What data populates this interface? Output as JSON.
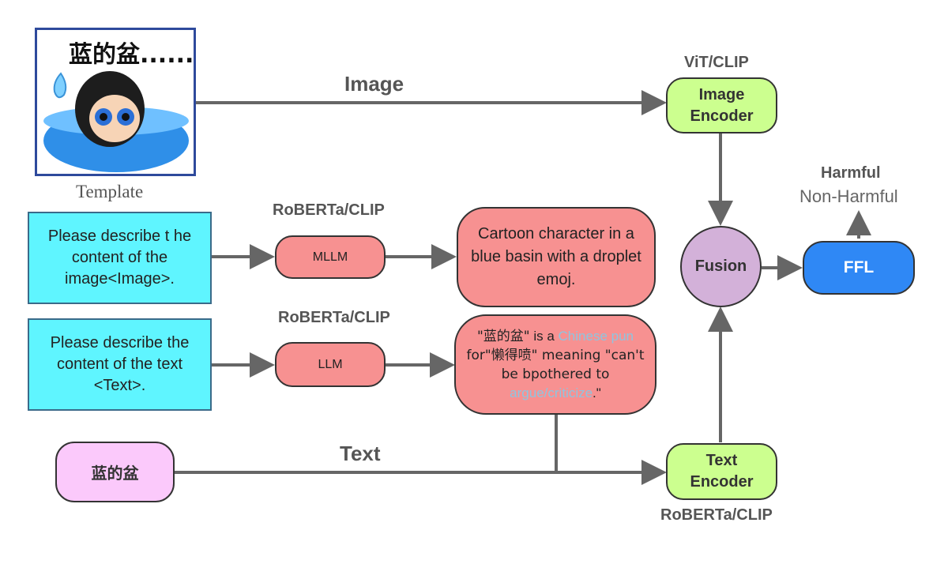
{
  "template": {
    "caption_text": "蓝的盆......",
    "label": "Template"
  },
  "arrows": {
    "image_label": "Image",
    "text_label": "Text"
  },
  "prompts": {
    "image_prompt": "Please describe t he content of the image<Image>.",
    "text_prompt": "Please describe the content of the text <Text>."
  },
  "models": {
    "mllm": "MLLM",
    "llm": "LLM",
    "mllm_backbone": "RoBERTa/CLIP",
    "llm_backbone": "RoBERTa/CLIP"
  },
  "outputs": {
    "image_description": "Cartoon character in a blue basin with a droplet emoj.",
    "text_description": {
      "q1": "\"蓝的盆\"",
      "t1": " is a ",
      "h1": "Chinese pun",
      "t2": " for\"懒得喷\" meaning \"can't be bpothered to ",
      "h2": "argue/criticize",
      "t3": ".\""
    }
  },
  "input_text": "蓝的盆",
  "encoders": {
    "image_encoder": "Image Encoder",
    "image_encoder_backbone": "ViT/CLIP",
    "text_encoder": "Text Encoder",
    "text_encoder_backbone": "RoBERTa/CLIP"
  },
  "fusion": "Fusion",
  "ffl": "FFL",
  "classes": {
    "harmful": "Harmful",
    "non_harmful": "Non-Harmful"
  },
  "colors": {
    "prompt_box": "#5ff5ff",
    "model_box": "#f79191",
    "encoder_box": "#ccff8f",
    "fusion_circle": "#d3b1d9",
    "ffl_box": "#2f88f5",
    "text_input_box": "#fbc9fb",
    "highlight_text": "#8ec5e0",
    "arrow": "#666666"
  }
}
